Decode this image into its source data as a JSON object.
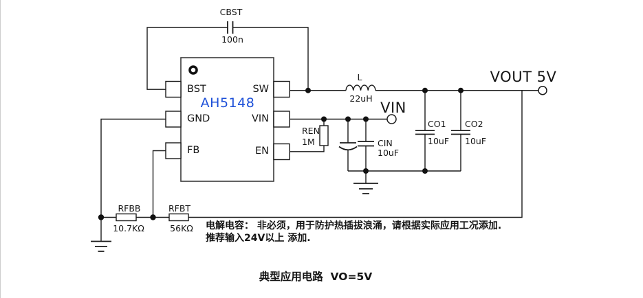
{
  "colors": {
    "accent_blue": "#1d50d8",
    "wire": "#1a1a1a"
  },
  "ic": {
    "name": "AH5148",
    "pins": {
      "bst": "BST",
      "gnd": "GND",
      "fb": "FB",
      "sw": "SW",
      "vin": "VIN",
      "en": "EN"
    }
  },
  "components": {
    "cbst": {
      "ref": "CBST",
      "value": "100n"
    },
    "l": {
      "ref": "L",
      "value": "22uH"
    },
    "ren": {
      "ref": "REN",
      "value": "1M"
    },
    "cin": {
      "ref": "CIN",
      "value": "10uF"
    },
    "co1": {
      "ref": "CO1",
      "value": "10uF"
    },
    "co2": {
      "ref": "CO2",
      "value": "10uF"
    },
    "rfbb": {
      "ref": "RFBB",
      "value": "10.7KΩ"
    },
    "rfbt": {
      "ref": "RFBT",
      "value": "56KΩ"
    }
  },
  "terminals": {
    "vin": "VIN",
    "vout": "VOUT 5V"
  },
  "notes": {
    "line1": "电解电容： 非必须，用于防护热插拔浪涌，请根据实际应用工况添加.",
    "line2": "推荐输入24V以上 添加."
  },
  "caption": "典型应用电路  VO=5V"
}
